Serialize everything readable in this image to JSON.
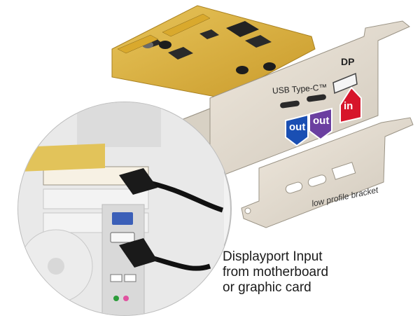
{
  "bracket": {
    "usb_label": "USB Type-C™",
    "dp_label": "DP"
  },
  "badges": [
    {
      "text": "out",
      "color": "#1a4fb3"
    },
    {
      "text": "out",
      "color": "#6b3fa0"
    },
    {
      "text": "in",
      "color": "#d7152b"
    }
  ],
  "low_profile_label": "low profile bracket",
  "caption": {
    "line1": "Displayport Input",
    "line2": "from motherboard",
    "line3": "or graphic card"
  }
}
